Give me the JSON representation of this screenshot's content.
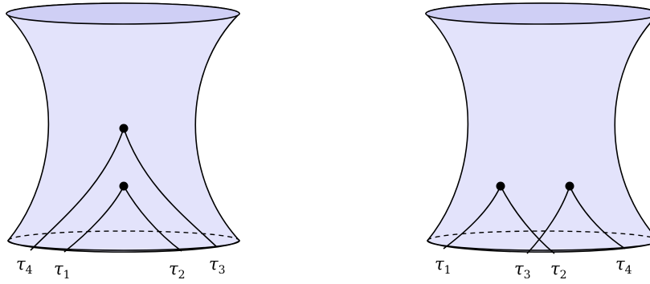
{
  "colors": {
    "fill": "#e3e3fb",
    "rim_fill": "#cfcff5",
    "stroke": "#000000"
  },
  "diagrams": [
    {
      "name": "left-hyperboloid",
      "labels": [
        {
          "name": "tau-4",
          "base": "τ",
          "sub": "4"
        },
        {
          "name": "tau-1",
          "base": "τ",
          "sub": "1"
        },
        {
          "name": "tau-2",
          "base": "τ",
          "sub": "2"
        },
        {
          "name": "tau-3",
          "base": "τ",
          "sub": "3"
        }
      ]
    },
    {
      "name": "right-hyperboloid",
      "labels": [
        {
          "name": "tau-1",
          "base": "τ",
          "sub": "1"
        },
        {
          "name": "tau-3",
          "base": "τ",
          "sub": "3"
        },
        {
          "name": "tau-2",
          "base": "τ",
          "sub": "2"
        },
        {
          "name": "tau-4",
          "base": "τ",
          "sub": "4"
        }
      ]
    }
  ]
}
